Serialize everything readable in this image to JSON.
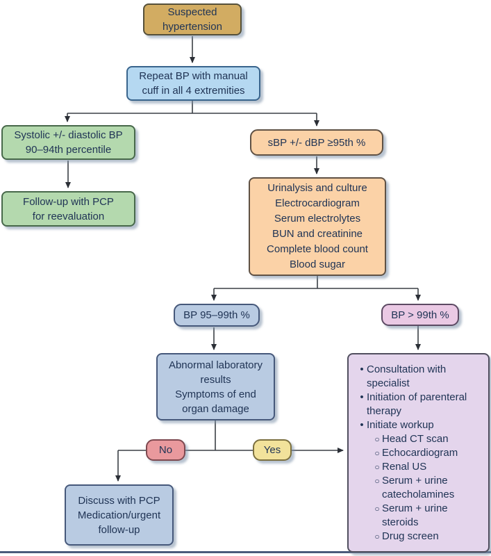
{
  "figure": {
    "type": "flowchart",
    "title": "Suspected hypertension evaluation algorithm",
    "background": "#ffffff",
    "bottom_rule_color": "#4a5a7a",
    "connector_color": "#3a3f45",
    "text_color": "#203455"
  },
  "palette": {
    "tan": "#d2ac62",
    "blue": "#b5d8f1",
    "green": "#b4d9ae",
    "peach": "#fbd2a7",
    "slate": "#b9cbe2",
    "pink": "#eac9e4",
    "purple": "#e4d5ec",
    "red": "#e9999d",
    "yellow": "#f2e29b"
  },
  "icons": {
    "bullet_filled": "•",
    "bullet_hollow": "○"
  },
  "nodes": {
    "suspected": {
      "lines": [
        "Suspected",
        "hypertension"
      ]
    },
    "repeat_bp": {
      "lines": [
        "Repeat BP with manual",
        "cuff in all 4 extremities"
      ]
    },
    "systolic_90_94": {
      "lines": [
        "Systolic +/- diastolic BP",
        "90–94th percentile"
      ]
    },
    "follow_up_pcp": {
      "lines": [
        "Follow-up with PCP",
        "for reevaluation"
      ]
    },
    "sbp_95": {
      "label": "sBP +/- dBP ≥95th %"
    },
    "workup_labs": {
      "lines": [
        "Urinalysis and culture",
        "Electrocardiogram",
        "Serum electrolytes",
        "BUN and creatinine",
        "Complete blood count",
        "Blood sugar"
      ]
    },
    "bp_95_99": {
      "label": "BP 95–99th %"
    },
    "bp_gt_99": {
      "label": "BP > 99th %"
    },
    "abnormal_labs": {
      "lines": [
        "Abnormal laboratory",
        "results",
        "Symptoms of end",
        "organ damage"
      ]
    },
    "no": {
      "label": "No"
    },
    "yes": {
      "label": "Yes"
    },
    "discuss_pcp": {
      "lines": [
        "Discuss with PCP",
        "Medication/urgent",
        "follow-up"
      ]
    },
    "specialist": {
      "items": [
        {
          "level": 1,
          "text": "Consultation with specialist"
        },
        {
          "level": 1,
          "text": "Initiation of parenteral therapy"
        },
        {
          "level": 1,
          "text": "Initiate workup"
        },
        {
          "level": 2,
          "text": "Head CT scan"
        },
        {
          "level": 2,
          "text": "Echocardiogram"
        },
        {
          "level": 2,
          "text": "Renal US"
        },
        {
          "level": 2,
          "text": "Serum + urine catecholamines"
        },
        {
          "level": 2,
          "text": "Serum + urine steroids"
        },
        {
          "level": 2,
          "text": "Drug screen"
        }
      ]
    }
  }
}
